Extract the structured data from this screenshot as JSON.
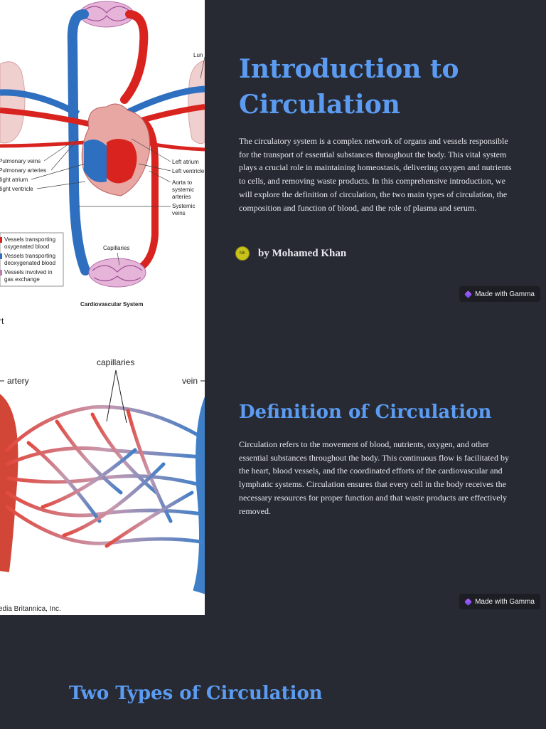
{
  "slides": {
    "intro": {
      "title": "Introduction to Circulation",
      "body": "The circulatory system is a complex network of organs and vessels responsible for the transport of essential substances throughout the body. This vital system plays a crucial role in maintaining homeostasis, delivering oxygen and nutrients to cells, and removing waste products. In this comprehensive introduction, we will explore the definition of circulation, the two main types of circulation, the composition and function of blood, and the role of plasma and serum.",
      "avatar_initials": "Mk",
      "author": "by Mohamed Khan",
      "badge": "Made with Gamma",
      "diagram": {
        "labels": {
          "lungs": "Lun",
          "pulmonary_veins": "Pulmonary veins",
          "pulmonary_arteries": "Pulmonary arteries",
          "right_atrium": "Right atrium",
          "right_ventricle": "Right ventricle",
          "left_atrium": "Left atrium",
          "left_ventricle": "Left ventricle",
          "aorta_1": "Aorta to",
          "aorta_2": "systemic",
          "aorta_3": "arteries",
          "systemic_1": "Systemic",
          "systemic_2": "veins",
          "capillaries": "Capillaries",
          "caption": "Cardiovascular System"
        },
        "legend": [
          {
            "line1": "Vessels transporting",
            "line2": "oxygenated blood",
            "color": "#d8231e"
          },
          {
            "line1": "Vessels transporting",
            "line2": "deoxygenated blood",
            "color": "#2f6fc0"
          },
          {
            "line1": "Vessels involved in",
            "line2": "gas exchange",
            "color": "#c07ab0"
          }
        ]
      }
    },
    "definition": {
      "title": "Definition of Circulation",
      "body": "Circulation refers to the movement of blood, nutrients, oxygen, and other essential substances throughout the body. This continuous flow is facilitated by the heart, blood vessels, and the coordinated efforts of the cardiovascular and lymphatic systems. Circulation ensures that every cell in the body receives the necessary resources for proper function and that waste products are effectively removed.",
      "badge": "Made with Gamma",
      "diagram": {
        "top_left": "rt",
        "artery": "artery",
        "capillaries": "capillaries",
        "vein": "vein",
        "credit": "edia Britannica, Inc."
      }
    },
    "types": {
      "title": "Two Types of Circulation"
    }
  }
}
